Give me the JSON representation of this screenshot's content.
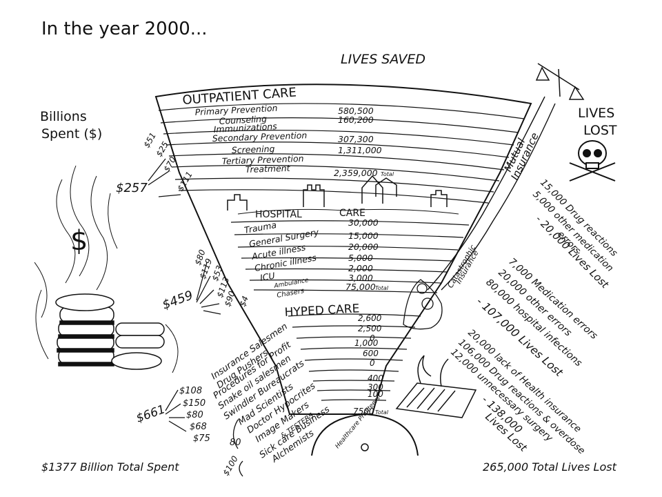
{
  "header": "In the year 2000...",
  "lives_saved_title": "LIVES SAVED",
  "billions_label": [
    "Billions",
    "Spent ($)"
  ],
  "lives_lost_label": [
    "LIVES",
    "LOST"
  ],
  "outpatient": {
    "title": "OUTPATIENT CARE",
    "rows": [
      {
        "label": "Primary Prevention",
        "value": ""
      },
      {
        "label": "Counseling",
        "value": "580,500"
      },
      {
        "label": "Immunizations",
        "value": "160,200"
      },
      {
        "label": "Secondary Prevention",
        "value": ""
      },
      {
        "label": "Screening",
        "value": "307,300"
      },
      {
        "label": "Tertiary Prevention",
        "value": "1,311,000"
      },
      {
        "label": "Treatment",
        "value": ""
      }
    ],
    "total": "2,359,000",
    "total_word": "Total"
  },
  "outpatient_spending": {
    "total": "$257",
    "items": [
      "$51",
      "$25",
      "$70",
      "$111"
    ]
  },
  "hospital": {
    "title_left": "HOSPITAL",
    "title_right": "CARE",
    "rows": [
      {
        "label": "Trauma",
        "value": "30,000"
      },
      {
        "label": "General Surgery",
        "value": "15,000"
      },
      {
        "label": "Acute illness",
        "value": "20,000"
      },
      {
        "label": "Chronic illness",
        "value": "5,000"
      },
      {
        "label": "ICU",
        "value": "2,000"
      },
      {
        "label": "Ambulance",
        "value": "3,000"
      },
      {
        "label": "Chasers",
        "value": ""
      }
    ],
    "total": "75,000",
    "total_word": "Total"
  },
  "hospital_spending": {
    "total": "$459",
    "items": [
      "$80",
      "$119",
      "$53",
      "$113",
      "$90",
      "$4"
    ]
  },
  "hyped": {
    "title": "HYPED CARE",
    "values": [
      "2,600",
      "2,500",
      "0",
      "1,000",
      "600",
      "0",
      "400",
      "300",
      "100"
    ],
    "total": "7500",
    "total_word": "Total"
  },
  "hyped_spending": {
    "total": "$661",
    "items": [
      "$108",
      "$150",
      "$80",
      "$68",
      "$75"
    ],
    "bracket_80": "80",
    "bracket_100": "$100"
  },
  "hyped_labels": [
    "Insurance Salesmen",
    "Drug Pushers",
    "Procedures for Profit",
    "Snake oil salesmen",
    "Swindler Bureaucrats",
    "Mad Scientists",
    "Doctor Hypocrites",
    "Image Makers",
    "& TESTERS",
    "Sick care Business",
    "Alchemists"
  ],
  "healthcare_profiteers": "Healthcare Profiteers",
  "mutual_insurance": [
    "Mutual",
    "Insurance"
  ],
  "catastrophic_insurance": [
    "Catastrophic",
    "Insurance"
  ],
  "lost_outpatient": [
    "15,000 Drug reactions",
    "5,000 other medication",
    "errors",
    "- 20,000 Lives Lost"
  ],
  "lost_hospital": [
    "7,000 Medication errors",
    "20,000 other errors",
    "80,000 hospital infections",
    "- 107,000 Lives Lost"
  ],
  "lost_hyped": [
    "20,000 lack of Health insurance",
    "106,000 Drug reactions & overdose",
    "12,000 unnecessary surgery",
    "- 138,000",
    "Lives Lost"
  ],
  "footer_left": "$1377 Billion Total Spent",
  "footer_right": "265,000 Total Lives Lost",
  "dollar_sign": "$"
}
